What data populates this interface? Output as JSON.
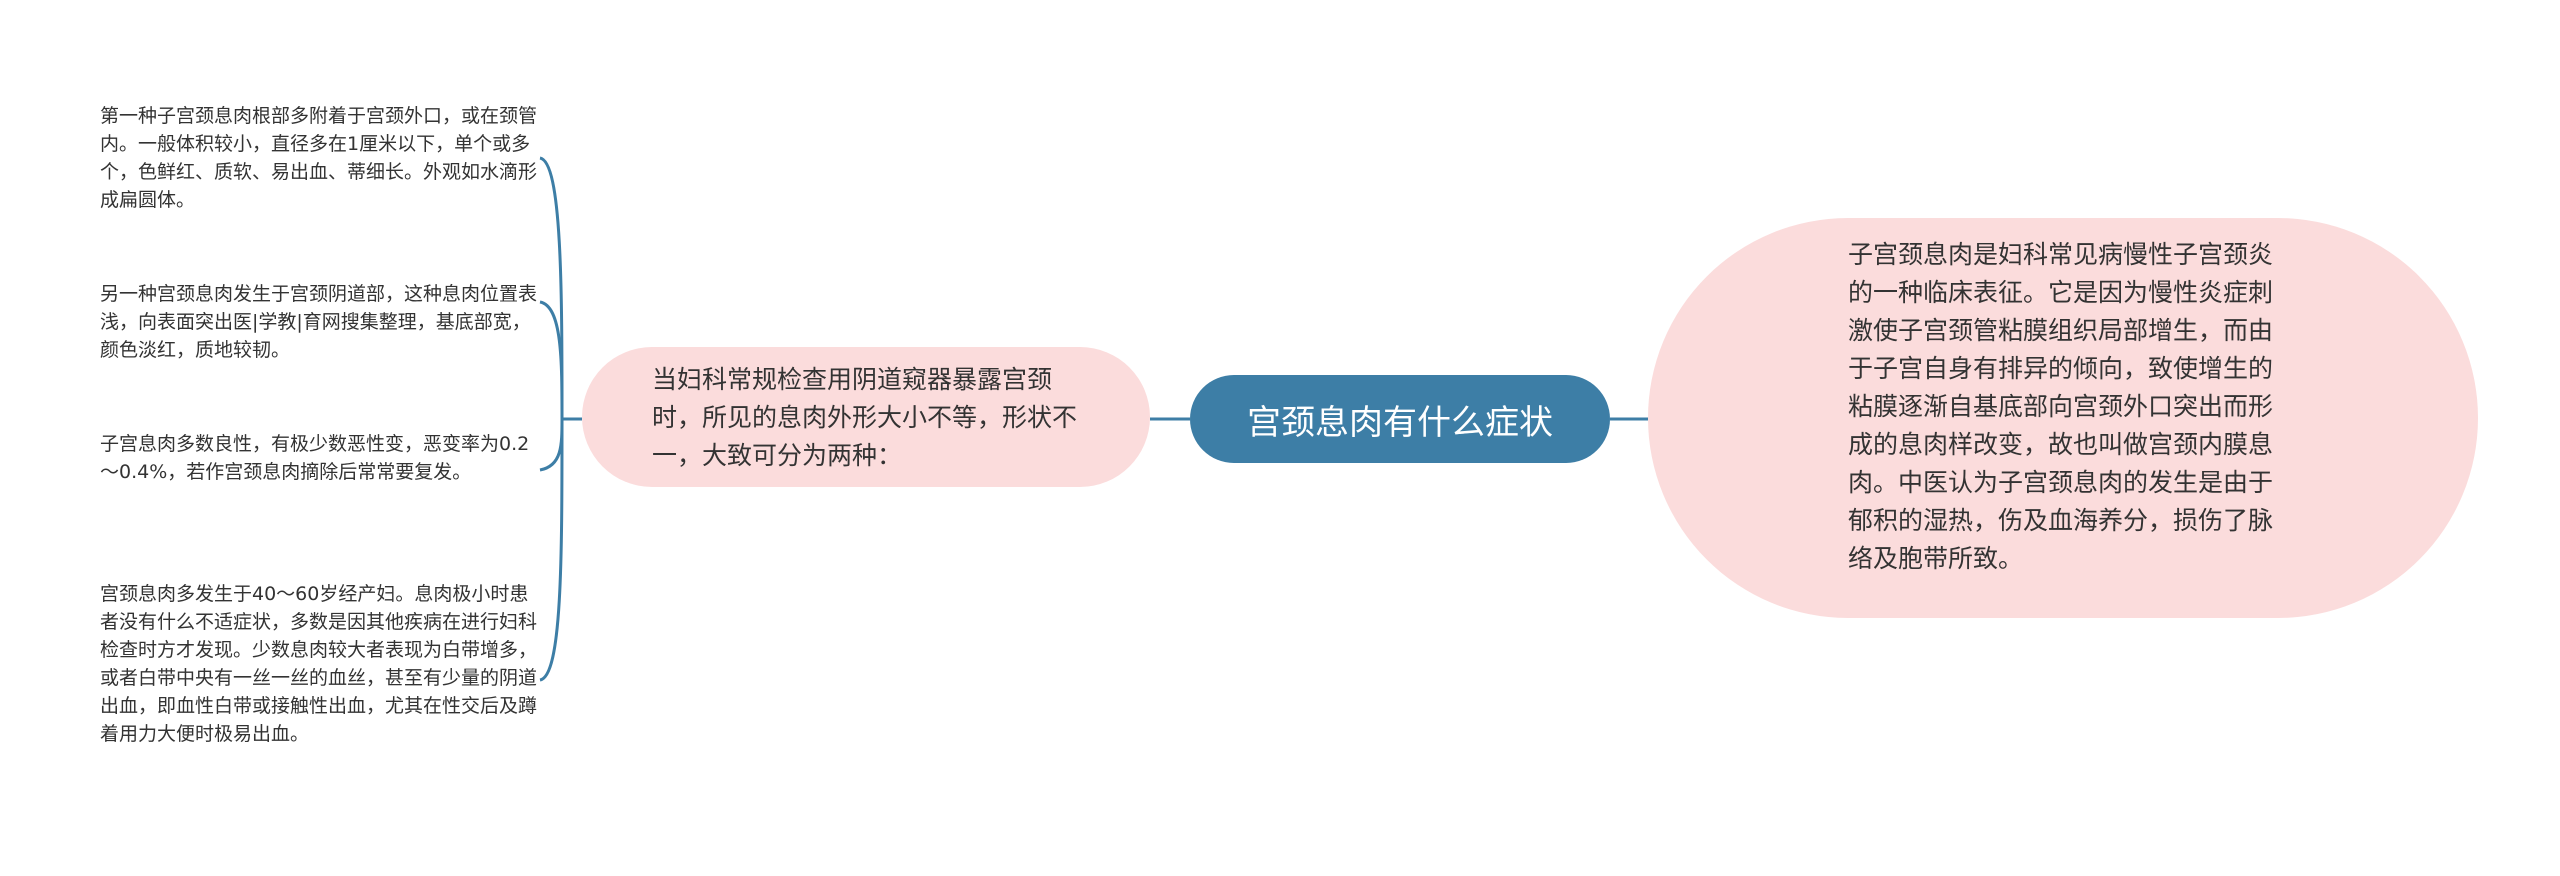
{
  "colors": {
    "root_fill": "#3d7ea6",
    "root_text": "#ffffff",
    "branch_fill": "#fbdcdc",
    "connector": "#3d7ea6",
    "text": "#333333"
  },
  "root": {
    "label": "宫颈息肉有什么症状"
  },
  "right_branch": {
    "text": "子宫颈息肉是妇科常见病慢性子宫颈炎的一种临床表征。它是因为慢性炎症刺激使子宫颈管粘膜组织局部增生，而由于子宫自身有排异的倾向，致使增生的粘膜逐渐自基底部向宫颈外口突出而形成的息肉样改变，故也叫做宫颈内膜息肉。中医认为子宫颈息肉的发生是由于郁积的湿热，伤及血海养分，损伤了脉络及胞带所致。"
  },
  "left_branch": {
    "text": "当妇科常规检查用阴道窥器暴露宫颈时，所见的息肉外形大小不等，形状不一，大致可分为两种：",
    "leaves": [
      {
        "text": "第一种子宫颈息肉根部多附着于宫颈外口，或在颈管内。一般体积较小，直径多在1厘米以下，单个或多个，色鲜红、质软、易出血、蒂细长。外观如水滴形成扁圆体。"
      },
      {
        "text": "另一种宫颈息肉发生于宫颈阴道部，这种息肉位置表浅，向表面突出医|学教|育网搜集整理，基底部宽，颜色淡红，质地较韧。"
      },
      {
        "text": "子宫息肉多数良性，有极少数恶性变，恶变率为0.2～0.4%，若作宫颈息肉摘除后常常要复发。"
      },
      {
        "text": "宫颈息肉多发生于40～60岁经产妇。息肉极小时患者没有什么不适症状，多数是因其他疾病在进行妇科检查时方才发现。少数息肉较大者表现为白带增多，或者白带中央有一丝一丝的血丝，甚至有少量的阴道出血，即血性白带或接触性出血，尤其在性交后及蹲着用力大便时极易出血。"
      }
    ]
  }
}
